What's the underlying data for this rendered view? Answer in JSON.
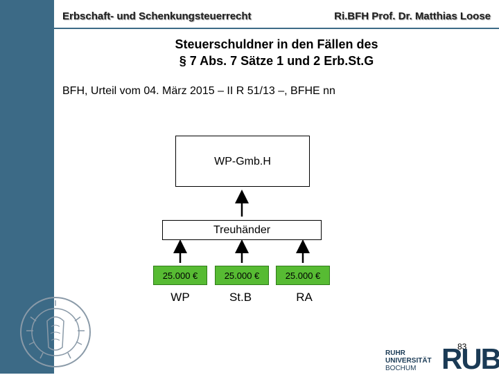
{
  "header": {
    "left": "Erbschaft- und Schenkungsteuerrecht",
    "right": "Ri.BFH Prof. Dr. Matthias Loose"
  },
  "title": {
    "line1": "Steuerschuldner in den Fällen des",
    "line2": "§ 7 Abs. 7 Sätze 1 und 2 Erb.St.G"
  },
  "subtitle": "BFH, Urteil vom 04. März 2015 – II R 51/13 –, BFHE nn",
  "diagram": {
    "company": "WP-Gmb.H",
    "trustee": "Treuhänder",
    "shareholders": [
      {
        "amount": "25.000 €",
        "label": "WP"
      },
      {
        "amount": "25.000 €",
        "label": "St.B"
      },
      {
        "amount": "25.000 €",
        "label": "RA"
      }
    ]
  },
  "footer": {
    "page_number": "83",
    "university_line1": "RUHR",
    "university_line2": "UNIVERSITÄT",
    "university_line3": "BOCHUM",
    "logo": "RUB"
  },
  "colors": {
    "sidebar": "#3c6a86",
    "amount_box": "#57bb33"
  }
}
